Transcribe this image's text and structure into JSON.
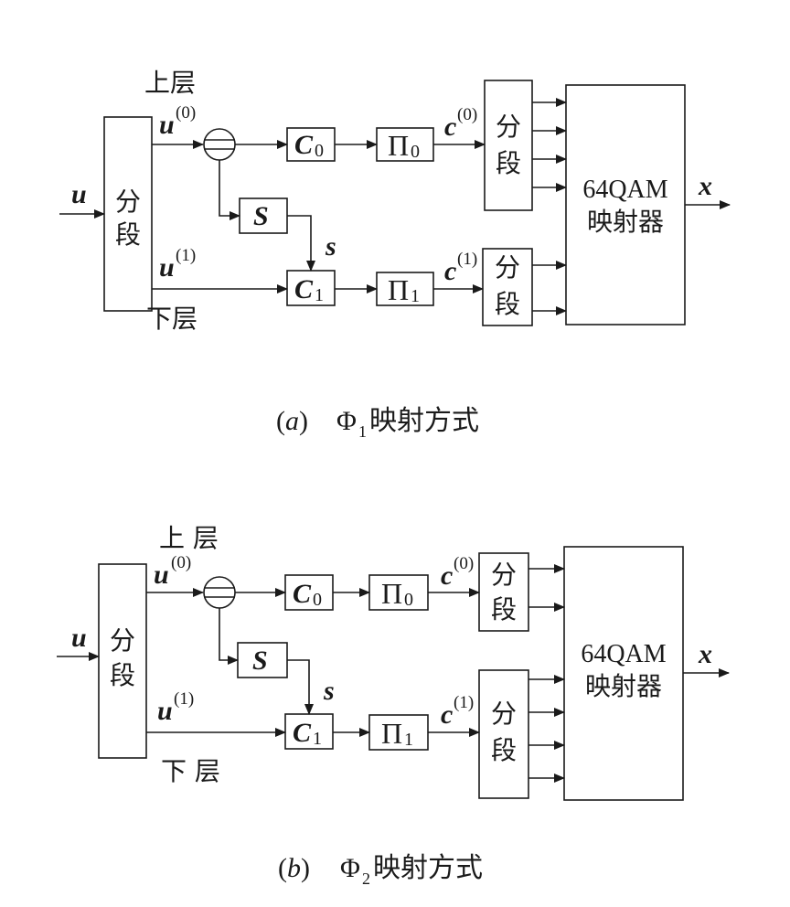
{
  "colors": {
    "ink": "#1a1a1a",
    "background": "#ffffff"
  },
  "labels": {
    "input": "u",
    "output": "x",
    "segment_line1": "分",
    "segment_line2": "段",
    "upper_layer": "上层",
    "lower_layer": "下层",
    "upper_layer_spaced": "上 层",
    "lower_layer_spaced": "下 层",
    "u0_base": "u",
    "u0_sup": "(0)",
    "u1_base": "u",
    "u1_sup": "(1)",
    "c0_base": "c",
    "c0_sup": "(0)",
    "c1_base": "c",
    "c1_sup": "(1)",
    "encoder_base": "C",
    "encoder0_sub": "0",
    "encoder1_sub": "1",
    "interleaver_base": "Π",
    "interleaver0_sub": "0",
    "interleaver1_sub": "1",
    "side_block": "S",
    "side_signal": "s",
    "mapper_line1": "64QAM",
    "mapper_line2": "映射器"
  },
  "captions": {
    "a": {
      "prefix": "(",
      "letter": "a",
      "suffix": ")",
      "symbol": "Φ",
      "sub": "1",
      "text": "映射方式"
    },
    "b": {
      "prefix": "(",
      "letter": "b",
      "suffix": ")",
      "symbol": "Φ",
      "sub": "2",
      "text": "映射方式"
    }
  },
  "panels": {
    "a": {
      "upper_segment_outputs": 4,
      "lower_segment_outputs": 2
    },
    "b": {
      "upper_segment_outputs": 2,
      "lower_segment_outputs": 4
    }
  }
}
